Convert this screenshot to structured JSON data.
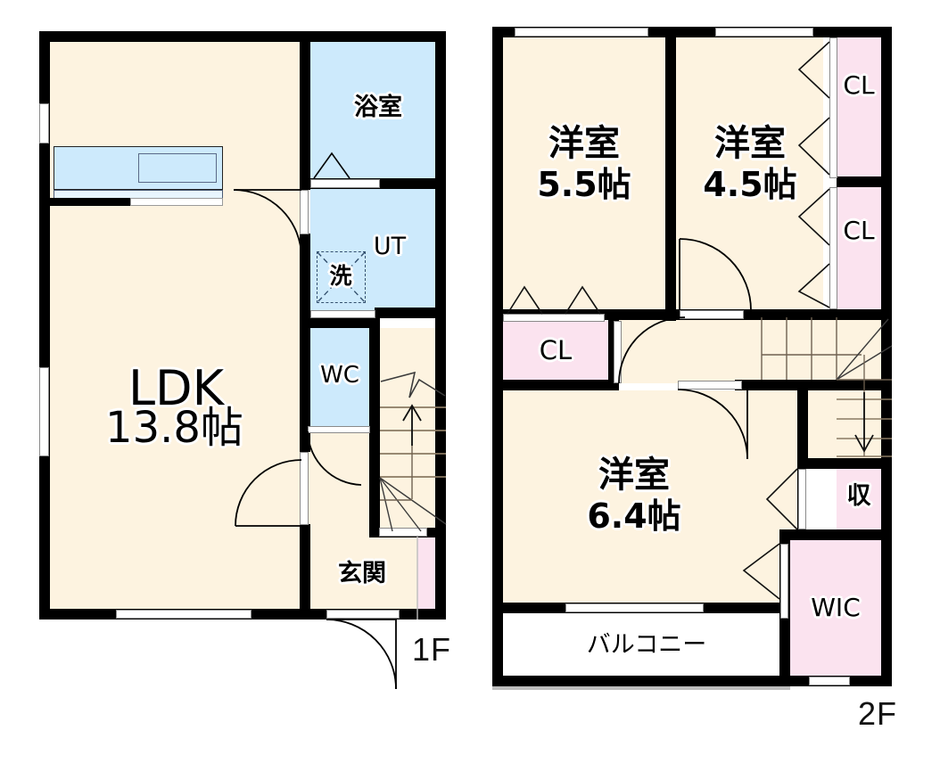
{
  "title": "間取り図 2LDK+UT 2階建て",
  "floors": [
    {
      "id": "1F",
      "tag": "1F",
      "rooms": [
        {
          "name": "ldk",
          "label_main": "LDK",
          "label_sub": "13.8帖",
          "type": "living"
        },
        {
          "name": "bath",
          "label_main": "浴室",
          "label_sub": "",
          "type": "wet"
        },
        {
          "name": "utility",
          "label_main": "UT",
          "label_sub": "",
          "type": "wet"
        },
        {
          "name": "washer",
          "label_main": "洗",
          "label_sub": "",
          "type": "appliance"
        },
        {
          "name": "wc",
          "label_main": "WC",
          "label_sub": "",
          "type": "wet"
        },
        {
          "name": "entrance",
          "label_main": "玄関",
          "label_sub": "",
          "type": "entry"
        },
        {
          "name": "stairs",
          "label_main": "",
          "label_sub": "",
          "type": "stairs"
        },
        {
          "name": "shoe-box",
          "label_main": "",
          "label_sub": "",
          "type": "storage"
        }
      ]
    },
    {
      "id": "2F",
      "tag": "2F",
      "rooms": [
        {
          "name": "bedroom-1",
          "label_main": "洋室",
          "label_sub": "5.5帖",
          "type": "bedroom"
        },
        {
          "name": "bedroom-2",
          "label_main": "洋室",
          "label_sub": "4.5帖",
          "type": "bedroom"
        },
        {
          "name": "bedroom-3",
          "label_main": "洋室",
          "label_sub": "6.4帖",
          "type": "bedroom"
        },
        {
          "name": "closet-top",
          "label_main": "CL",
          "label_sub": "",
          "type": "storage"
        },
        {
          "name": "closet-mid",
          "label_main": "CL",
          "label_sub": "",
          "type": "storage"
        },
        {
          "name": "closet-hall",
          "label_main": "CL",
          "label_sub": "",
          "type": "storage"
        },
        {
          "name": "storage-small",
          "label_main": "収",
          "label_sub": "",
          "type": "storage"
        },
        {
          "name": "walk-in-closet",
          "label_main": "WIC",
          "label_sub": "",
          "type": "storage"
        },
        {
          "name": "balcony",
          "label_main": "バルコニー",
          "label_sub": "",
          "type": "outdoor"
        },
        {
          "name": "stairs",
          "label_main": "",
          "label_sub": "",
          "type": "stairs"
        }
      ]
    }
  ],
  "labels": {
    "ldk": "LDK",
    "ldk_size": "13.8帖",
    "bath": "浴室",
    "ut": "UT",
    "washer": "洗",
    "wc": "WC",
    "entrance": "玄関",
    "floor1": "1F",
    "bedroom1": "洋室",
    "bedroom1_size": "5.5帖",
    "bedroom2": "洋室",
    "bedroom2_size": "4.5帖",
    "bedroom3": "洋室",
    "bedroom3_size": "6.4帖",
    "cl_top": "CL",
    "cl_mid": "CL",
    "cl_hall": "CL",
    "storage": "収",
    "wic": "WIC",
    "balcony": "バルコニー",
    "floor2": "2F"
  },
  "colors": {
    "wall": "#000000",
    "floor_cream": "#fdf3e0",
    "wet_blue": "#cdeafc",
    "storage_pink": "#fbe3ef",
    "balcony_white": "#ffffff",
    "stair_line": "#8a7a62",
    "text": "#000000"
  }
}
